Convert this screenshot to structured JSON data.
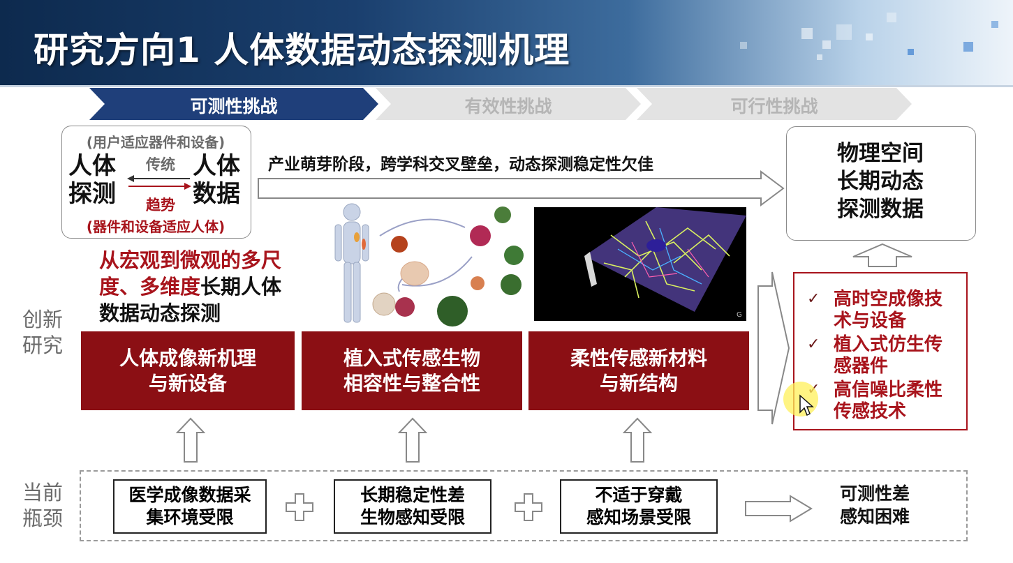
{
  "header": {
    "title": "研究方向1  人体数据动态探测机理"
  },
  "challenges": [
    {
      "label": "可测性挑战",
      "active": true
    },
    {
      "label": "有效性挑战",
      "active": false
    },
    {
      "label": "可行性挑战",
      "active": false
    }
  ],
  "trend_box": {
    "top_note": "(用户适应器件和设备)",
    "left_term": "人体\n探测",
    "right_term": "人体\n数据",
    "traditional": "传统",
    "trend": "趋势",
    "bottom_note": "(器件和设备适应人体)"
  },
  "industry_text": "产业萌芽阶段，跨学科交叉壁垒，动态探测稳定性欠佳",
  "goal_box": {
    "lines": [
      "物理空间",
      "长期动态",
      "探测数据"
    ]
  },
  "multiscale": {
    "red_part1": "从宏观到微观的多尺",
    "red_part2": "度、多维度",
    "black_part": "长期人体",
    "line3": "数据动态探测"
  },
  "side_labels": {
    "innovation": "创新\n研究",
    "bottleneck": "当前\n瓶颈"
  },
  "research_boxes": [
    {
      "line1": "人体成像新机理",
      "line2": "与新设备"
    },
    {
      "line1": "植入式传感生物",
      "line2": "相容性与整合性"
    },
    {
      "line1": "柔性传感新材料",
      "line2": "与新结构"
    }
  ],
  "tech_list": [
    {
      "line1": "高时空成像技",
      "line2": "术与设备"
    },
    {
      "line1": "植入式仿生传",
      "line2": "感器件"
    },
    {
      "line1": "高信噪比柔性",
      "line2": "传感技术"
    }
  ],
  "bottlenecks": [
    {
      "line1": "医学成像数据采",
      "line2": "集环境受限"
    },
    {
      "line1": "长期稳定性差",
      "line2": "生物感知受限"
    },
    {
      "line1": "不适于穿戴",
      "line2": "感知场景受限"
    }
  ],
  "result": {
    "line1": "可测性差",
    "line2": "感知困难"
  },
  "micro_image_letter": "G",
  "colors": {
    "dark_red": "#8b0f14",
    "accent_red": "#a8141c",
    "navy": "#1f3f7a",
    "chevron_gray": "#e3e3e3"
  }
}
